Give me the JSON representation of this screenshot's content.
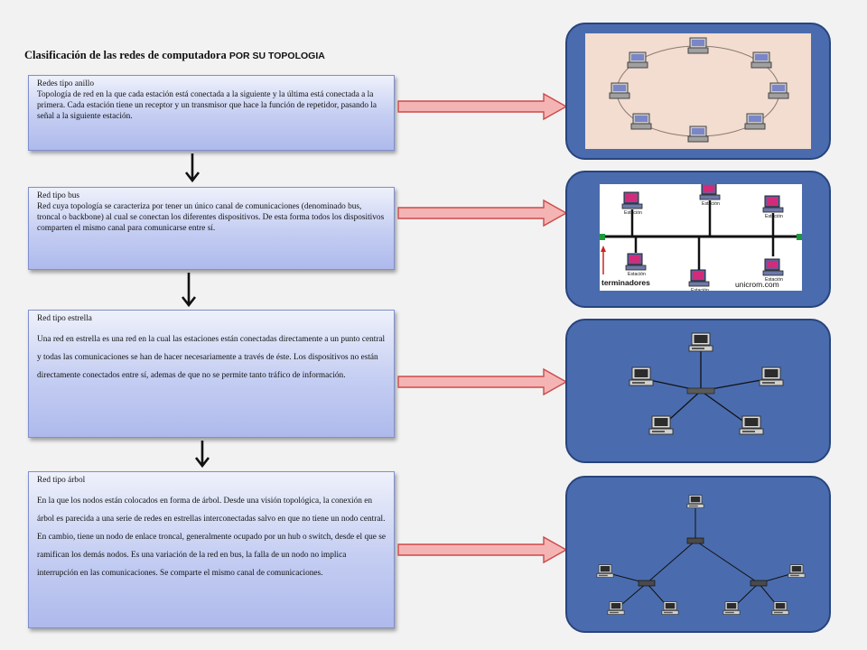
{
  "title": {
    "main": "Clasificación de las redes de computadora",
    "suffix": "POR SU TOPOLOGIA"
  },
  "sections": [
    {
      "heading": "Redes tipo anillo",
      "text": "Topología de red en la que cada estación está conectada a la siguiente y la última está conectada a la primera. Cada estación tiene un receptor y un transmisor que hace la función de repetidor, pasando la señal a la siguiente estación."
    },
    {
      "heading": "Red tipo bus",
      "text": "Red cuya topología se caracteriza por tener un único canal de comunicaciones (denominado bus, troncal o backbone) al cual se conectan los diferentes dispositivos. De esta forma todos los dispositivos comparten el mismo canal para comunicarse entre sí."
    },
    {
      "heading": "Red tipo estrella",
      "text": "Una red en estrella es una red en la cual las estaciones están conectadas directamente a un punto central y todas las comunicaciones se han de hacer necesariamente a través de éste. Los dispositivos no están directamente conectados entre sí, ademas de que no se permite tanto tráfico de información."
    },
    {
      "heading": "Red tipo árbol",
      "text": "En la que los nodos están colocados en forma de árbol. Desde una visión topológica, la conexión en árbol es parecida a una serie de redes en estrellas interconectadas salvo en que no tiene un nodo central. En cambio, tiene un nodo de enlace troncal, generalmente ocupado por un hub o switch, desde el que se ramifican los demás nodos. Es una variación de la red en bus, la falla de un nodo no implica interrupción en las comunicaciones. Se comparte el mismo canal de comunicaciones."
    }
  ],
  "bus_image": {
    "label_left": "terminadores",
    "label_right": "unicrom.com",
    "node_label": "Estación"
  },
  "colors": {
    "box_border": "#7f8fcf",
    "arrow_fill": "#f4b4b4",
    "arrow_stroke": "#cc4a4a",
    "panel_fill": "#4a6cae",
    "panel_border": "#27447d"
  }
}
